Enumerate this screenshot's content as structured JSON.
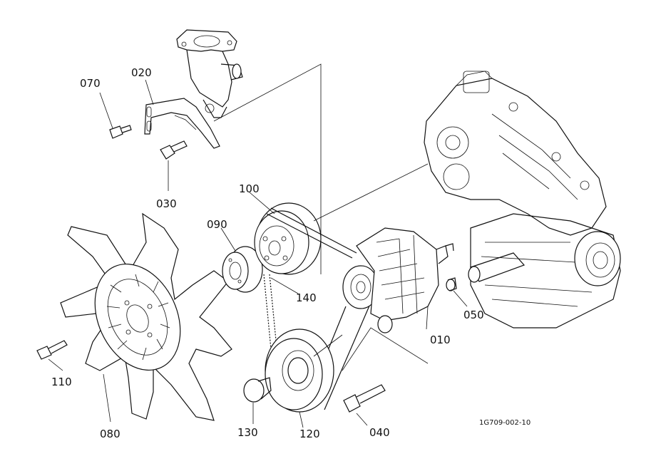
{
  "diagram_code": "1G709-002-10",
  "parts": [
    {
      "id": "010"
    },
    {
      "id": "020"
    },
    {
      "id": "030"
    },
    {
      "id": "040"
    },
    {
      "id": "050"
    },
    {
      "id": "070"
    },
    {
      "id": "080"
    },
    {
      "id": "090"
    },
    {
      "id": "100"
    },
    {
      "id": "110"
    },
    {
      "id": "120"
    },
    {
      "id": "130"
    },
    {
      "id": "140"
    }
  ]
}
